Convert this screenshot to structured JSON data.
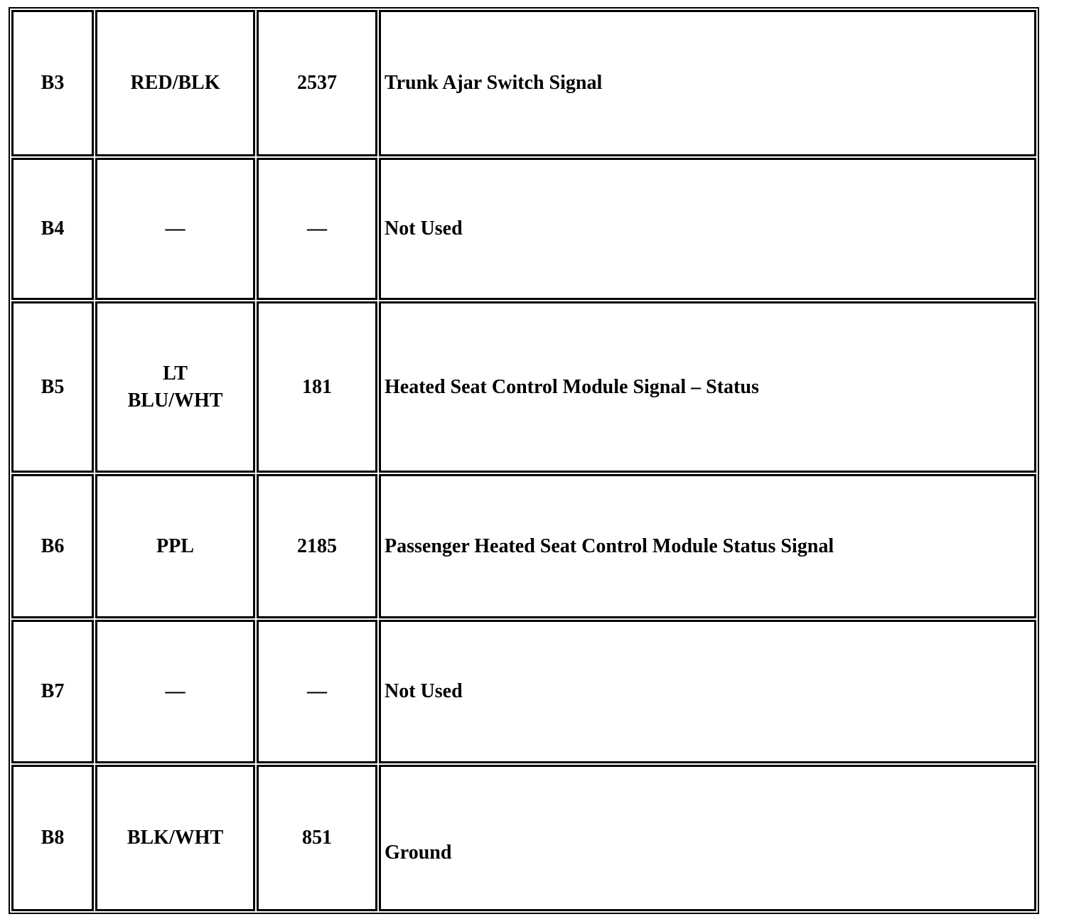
{
  "table": {
    "rows": [
      {
        "pin": "B3",
        "wire_color": "RED/BLK",
        "circuit": "2537",
        "function": "Trunk Ajar Switch Signal"
      },
      {
        "pin": "B4",
        "wire_color": "—",
        "circuit": "—",
        "function": "Not Used"
      },
      {
        "pin": "B5",
        "wire_color": "LT\nBLU/WHT",
        "circuit": "181",
        "function": "Heated Seat Control Module Signal – Status"
      },
      {
        "pin": "B6",
        "wire_color": "PPL",
        "circuit": "2185",
        "function": "Passenger Heated Seat Control Module Status Signal"
      },
      {
        "pin": "B7",
        "wire_color": "—",
        "circuit": "—",
        "function": "Not Used"
      },
      {
        "pin": "B8",
        "wire_color": "BLK/WHT",
        "circuit": "851",
        "function": "Ground"
      }
    ],
    "colors": {
      "border": "#000000",
      "text": "#000000",
      "background": "#ffffff"
    }
  }
}
